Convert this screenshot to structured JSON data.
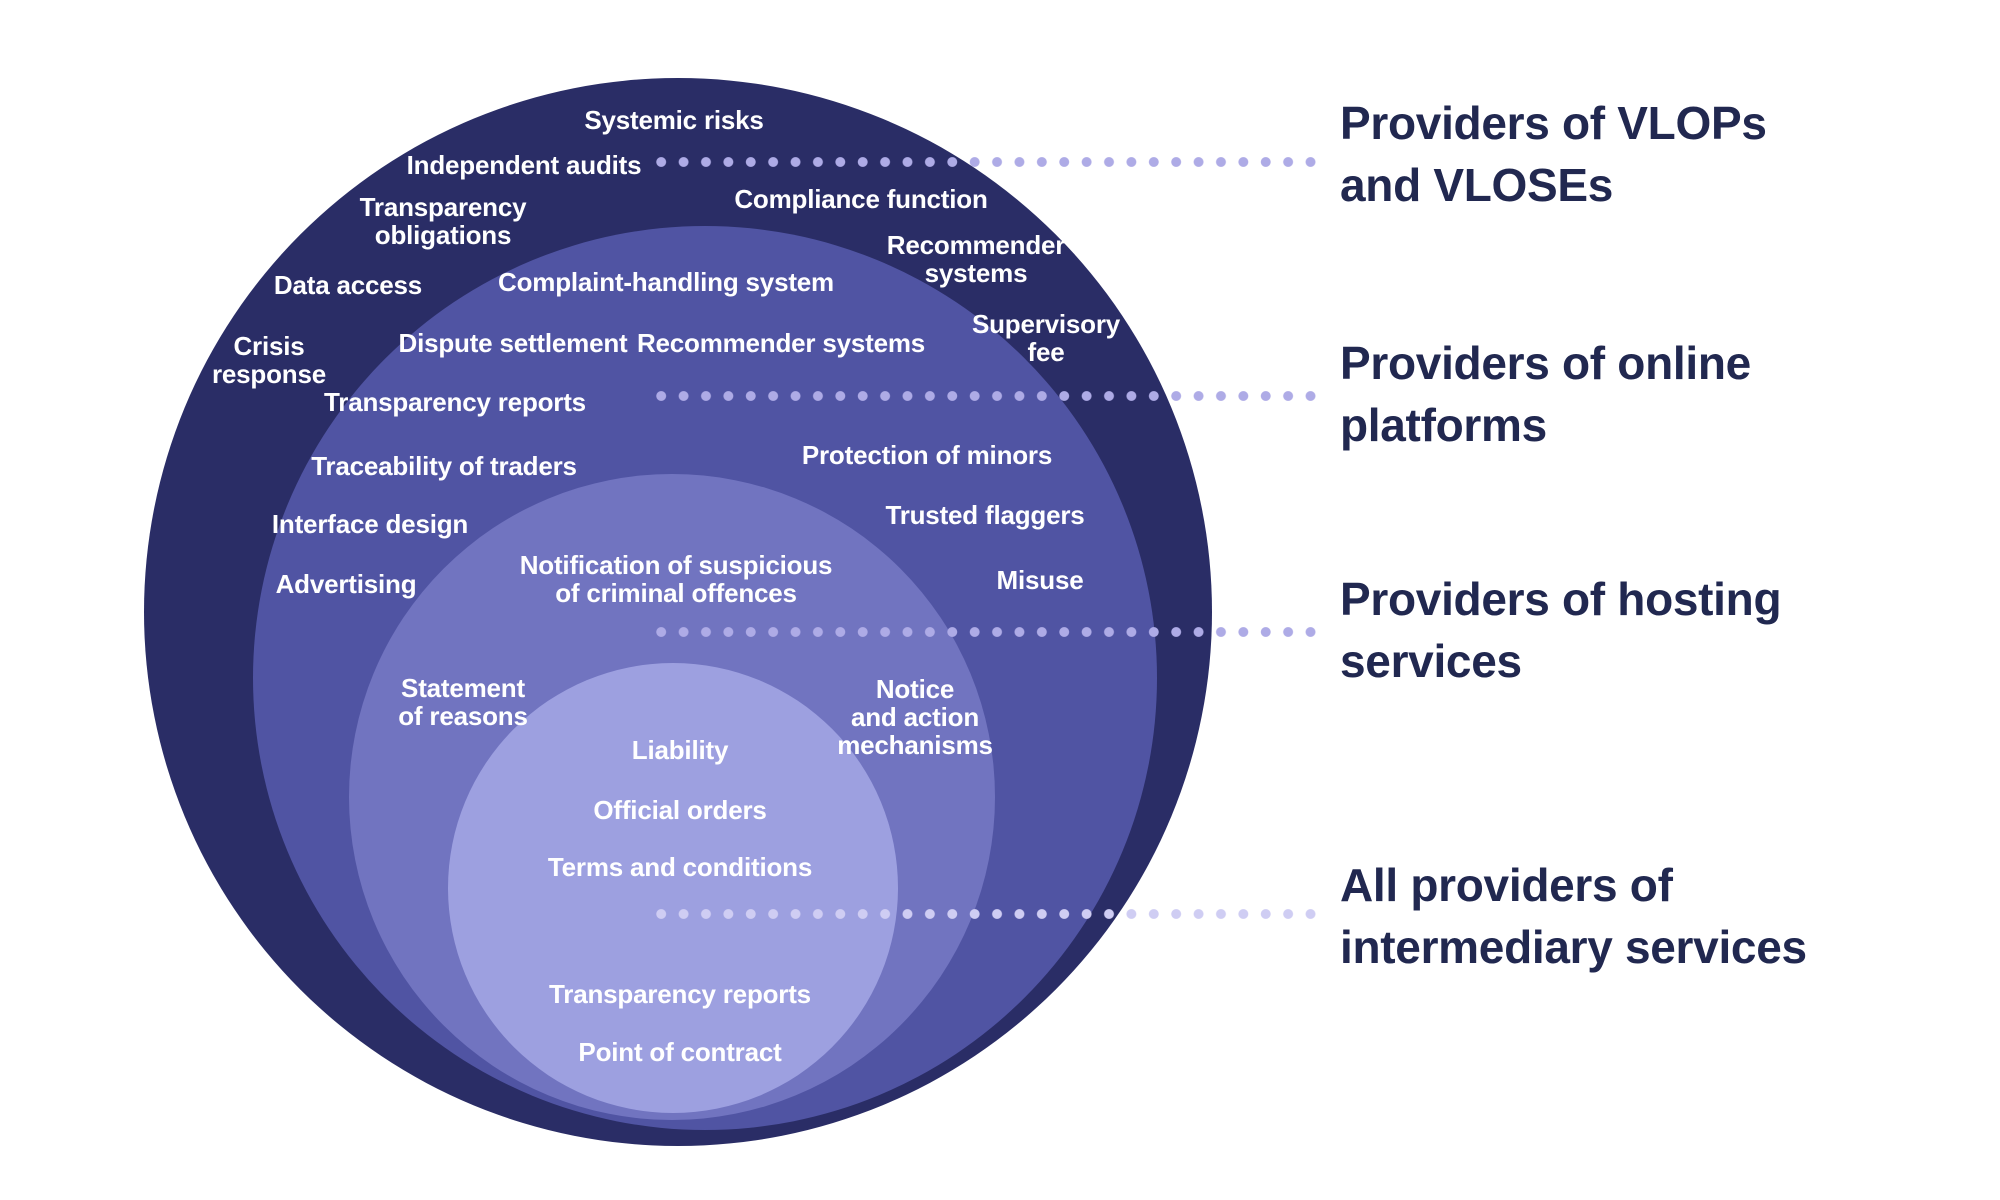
{
  "colors": {
    "label_text": "#212850",
    "dot": "#aeabe6",
    "dot_inner": "#cfcdf3"
  },
  "rings": [
    {
      "id": "vlops-vloses",
      "label": "Providers of VLOPs\nand VLOSEs",
      "color": "#2a2d66",
      "items": {
        "systemic_risks": "Systemic risks",
        "independent_audits": "Independent audits",
        "transparency_obligations": "Transparency\nobligations",
        "compliance_function": "Compliance function",
        "recommender_systems": "Recommender\nsystems",
        "data_access": "Data access",
        "crisis_response": "Crisis\nresponse",
        "supervisory_fee": "Supervisory\nfee"
      }
    },
    {
      "id": "online-platforms",
      "label": "Providers of online\nplatforms",
      "color": "#5054a3",
      "items": {
        "complaint_handling": "Complaint-handling system",
        "dispute_settlement": "Dispute settlement",
        "recommender_systems": "Recommender systems",
        "transparency_reports": "Transparency reports",
        "traceability_of_traders": "Traceability of traders",
        "protection_of_minors": "Protection of minors",
        "interface_design": "Interface design",
        "trusted_flaggers": "Trusted flaggers",
        "advertising": "Advertising",
        "misuse": "Misuse"
      }
    },
    {
      "id": "hosting-services",
      "label": "Providers of hosting\nservices",
      "color": "#7174c0",
      "items": {
        "notification_suspicious": "Notification of suspicious\nof criminal offences",
        "statement_of_reasons": "Statement\nof reasons",
        "notice_and_action": "Notice\nand action\nmechanisms"
      }
    },
    {
      "id": "intermediary-services",
      "label": "All providers of\nintermediary services",
      "color": "#9da0e0",
      "items": {
        "liability": "Liability",
        "official_orders": "Official orders",
        "terms_and_conditions": "Terms and conditions",
        "transparency_reports": "Transparency reports",
        "point_of_contract": "Point of contract"
      }
    }
  ]
}
